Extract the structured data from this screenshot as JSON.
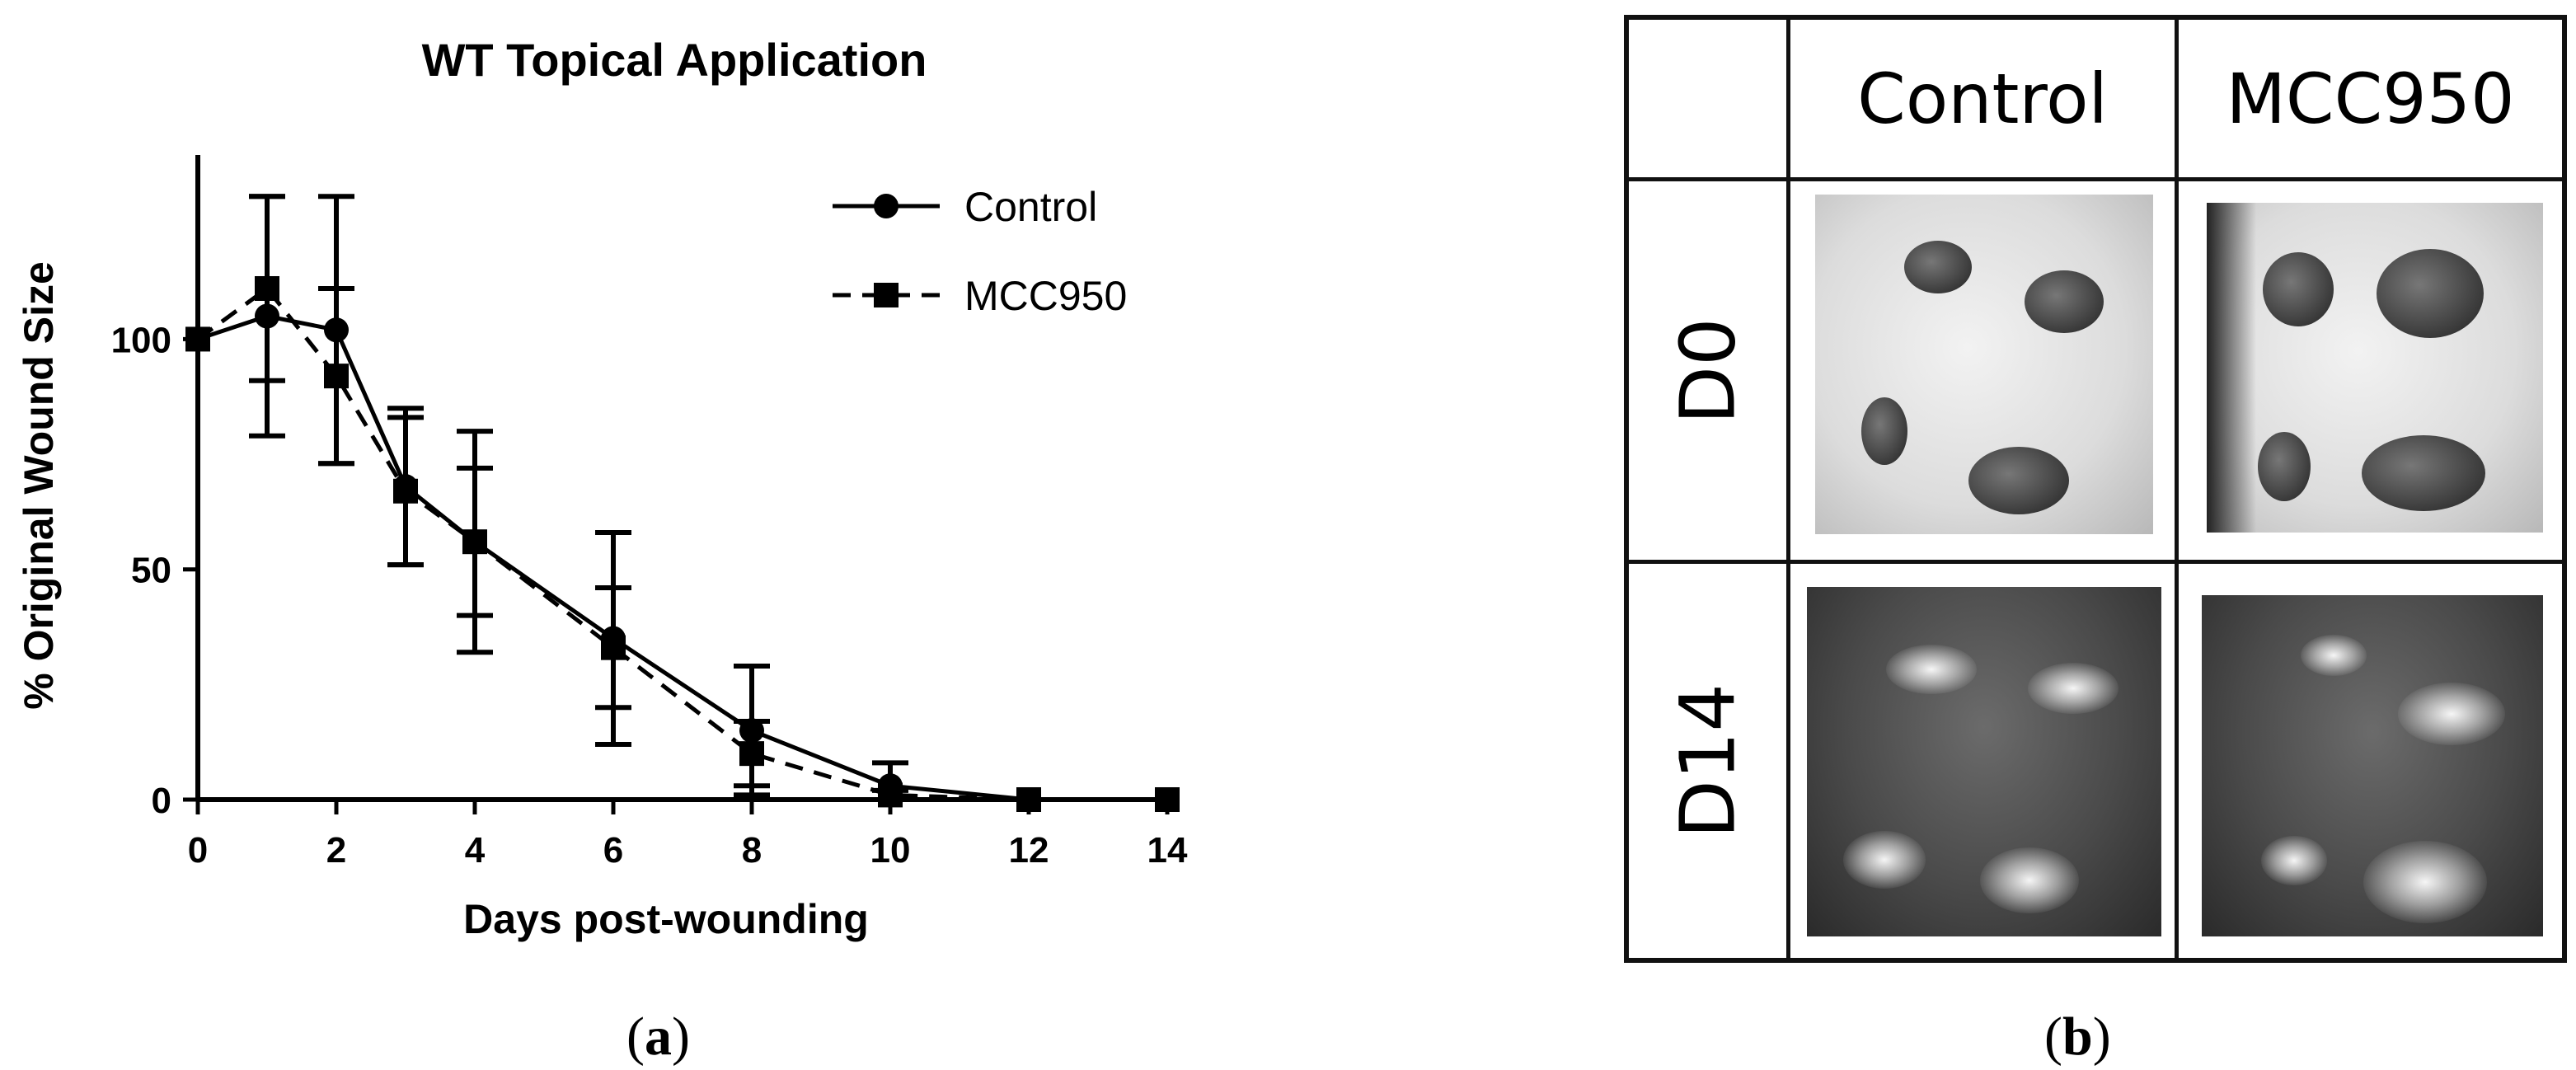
{
  "chart_data": {
    "type": "line",
    "title": "WT Topical Application",
    "xlabel": "Days post-wounding",
    "ylabel": "% Original Wound Size",
    "xlim": [
      0,
      14
    ],
    "ylim": [
      0,
      140
    ],
    "xticks": [
      0,
      2,
      4,
      6,
      8,
      10,
      12,
      14
    ],
    "yticks": [
      0,
      50,
      100
    ],
    "grid": false,
    "legend_position": "top-right",
    "series": [
      {
        "name": "Control",
        "style": "solid",
        "marker": "circle",
        "x": [
          0,
          1,
          2,
          3,
          4,
          6,
          8,
          10,
          12,
          14
        ],
        "y": [
          100,
          105,
          102,
          68,
          56,
          35,
          15,
          3,
          0,
          0
        ],
        "err": [
          0,
          26,
          29,
          17,
          24,
          23,
          14,
          5,
          0,
          0
        ]
      },
      {
        "name": "MCC950",
        "style": "dashed",
        "marker": "square",
        "x": [
          0,
          1,
          2,
          3,
          4,
          6,
          8,
          10,
          12,
          14
        ],
        "y": [
          100,
          111,
          92,
          67,
          56,
          33,
          10,
          1,
          0,
          0
        ],
        "err": [
          0,
          20,
          19,
          16,
          16,
          13,
          7,
          1,
          0,
          0
        ]
      }
    ]
  },
  "panels": {
    "a_label_open": "(",
    "a_label_letter": "a",
    "a_label_close": ")",
    "b_label_open": "(",
    "b_label_letter": "b",
    "b_label_close": ")"
  },
  "grid_b": {
    "columns": [
      "Control",
      "MCC950"
    ],
    "rows": [
      "D0",
      "D14"
    ]
  },
  "colors": {
    "line": "#000000",
    "border": "#111111"
  }
}
